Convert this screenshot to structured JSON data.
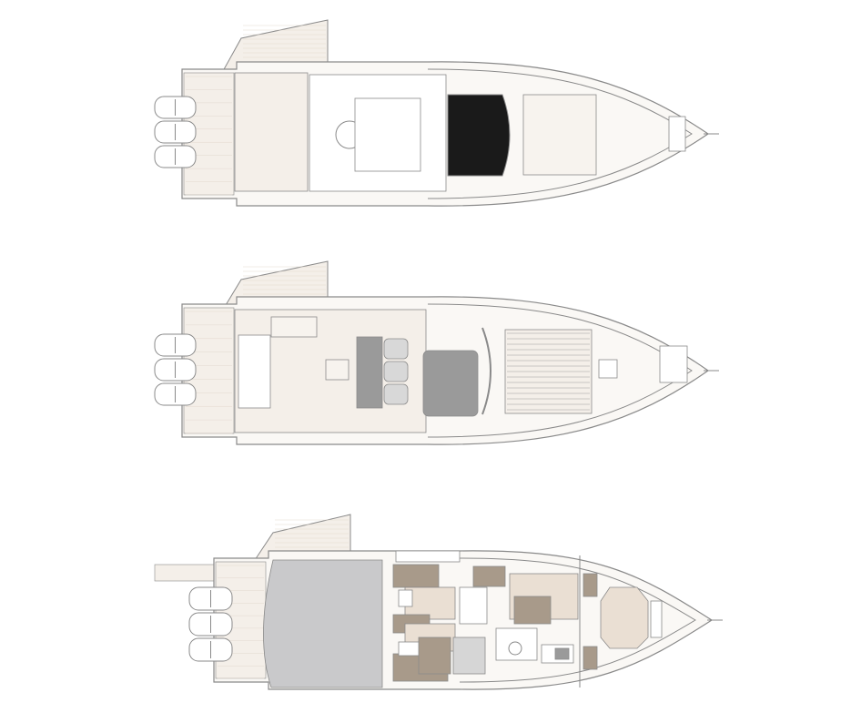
{
  "colors": {
    "background": "#ffffff",
    "outline": "#8a8a8a",
    "deck_teak": "#f4efe9",
    "hull_fill": "#faf8f5",
    "windshield_dark": "#1a1a1a",
    "cockpit_grey": "#c9c9cb",
    "cushion_light": "#eadfd3",
    "cushion_dark": "#a89a8a",
    "console_grey": "#9a9a9a"
  },
  "views": [
    {
      "variant": "hardtop-deck",
      "engines": 3
    },
    {
      "variant": "open-deck",
      "engines": 3
    },
    {
      "variant": "interior",
      "engines": 3
    }
  ]
}
